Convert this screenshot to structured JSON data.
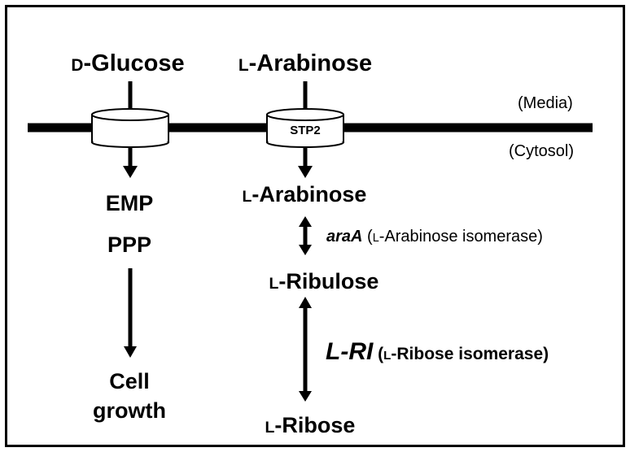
{
  "media_label": "(Media)",
  "cytosol_label": "(Cytosol)",
  "left_pathway": {
    "input_prefix": "D",
    "input_name": "-Glucose",
    "transporter_label": "",
    "steps": [
      "EMP",
      "PPP"
    ],
    "output_line1": "Cell",
    "output_line2": "growth"
  },
  "right_pathway": {
    "input_prefix": "L",
    "input_name": "-Arabinose",
    "transporter_label": "STP2",
    "cytosol_sugar_prefix": "L",
    "cytosol_sugar_name": "-Arabinose",
    "middle_prefix": "L",
    "middle_name": "-Ribulose",
    "product_prefix": "L",
    "product_name": "-Ribose"
  },
  "enzymes": {
    "araA_gene": "araA",
    "araA_open": " (",
    "araA_prefix": "L",
    "araA_name": "-Arabinose isomerase)",
    "lri_gene": "L-RI",
    "lri_open": " (",
    "lri_prefix": "L",
    "lri_name": "-Ribose isomerase)"
  }
}
